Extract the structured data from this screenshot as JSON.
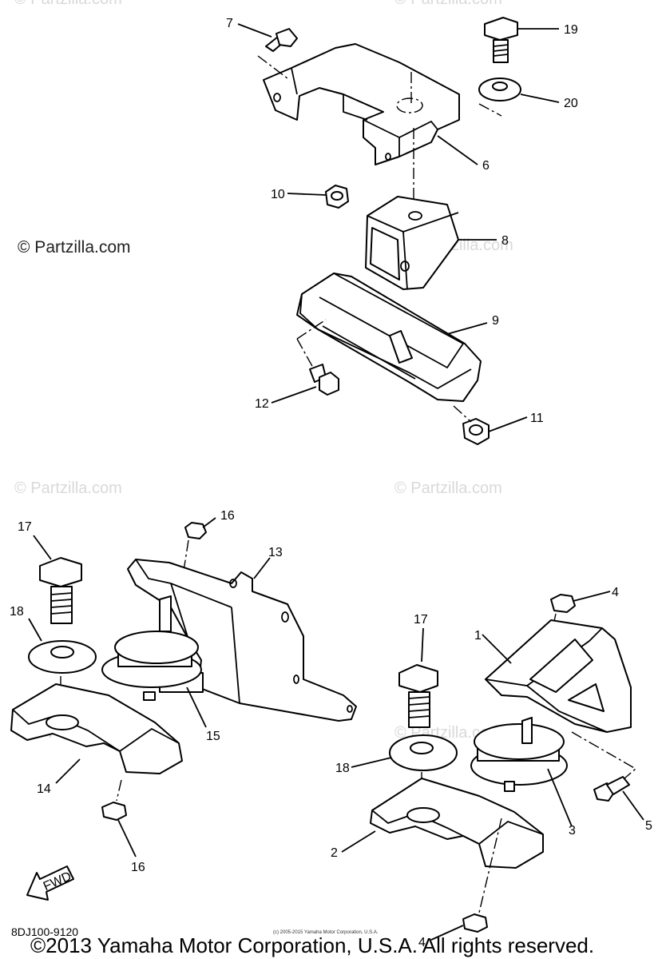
{
  "watermarks": {
    "main": "© Partzilla.com",
    "faint": "© Partzilla.com"
  },
  "callouts": {
    "c1": "1",
    "c2": "2",
    "c3": "3",
    "c4a": "4",
    "c4b": "4",
    "c5": "5",
    "c6": "6",
    "c7": "7",
    "c8": "8",
    "c9": "9",
    "c10": "10",
    "c11": "11",
    "c12": "12",
    "c13": "13",
    "c14": "14",
    "c15": "15",
    "c16a": "16",
    "c16b": "16",
    "c17a": "17",
    "c17b": "17",
    "c18a": "18",
    "c18b": "18",
    "c19": "19",
    "c20": "20"
  },
  "fwd_label": "FWD",
  "drawing_code": "8DJ100-9120",
  "copyright": "©2013 Yamaha Motor Corporation, U.S.A. All rights reserved.",
  "copyright_small": "(c) 2005-2015 Yamaha Motor Corporation, U.S.A."
}
